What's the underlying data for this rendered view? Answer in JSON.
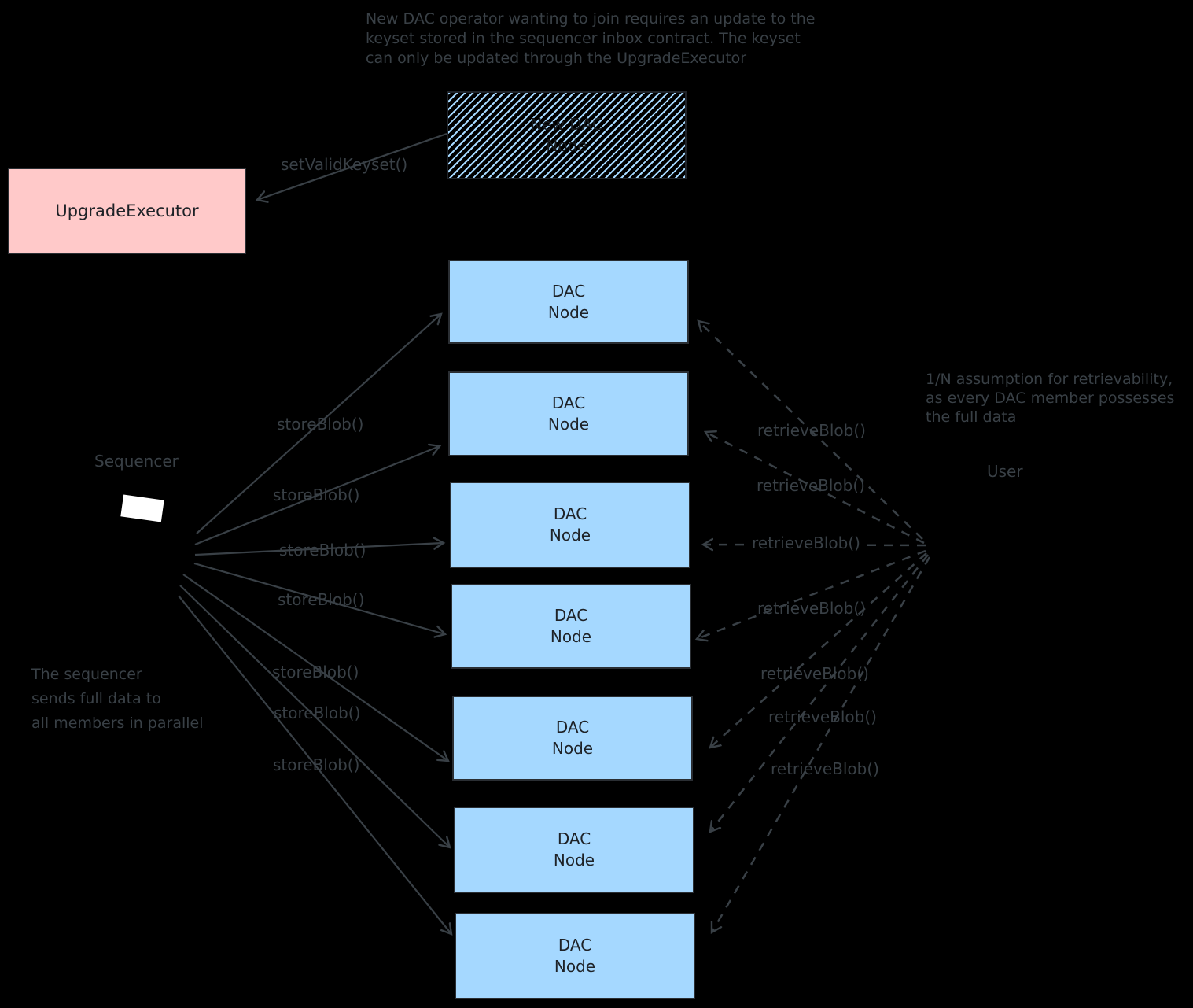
{
  "notes": {
    "keyset": "New DAC operator wanting to join requires an update to the\nkeyset stored in the sequencer inbox contract. The keyset\ncan only be updated through the UpgradeExecutor",
    "retrievability": "1/N assumption for retrievability,\nas every DAC member possesses\nthe full data",
    "parallel": "The sequencer\nsends full data to\nall members in parallel"
  },
  "boxes": {
    "upgrade_executor_label": "UpgradeExecutor",
    "new_dac_node_label": "New DAC\nNode",
    "dac_node_label": "DAC\nNode",
    "dac_node_count": 7
  },
  "labels": {
    "set_valid_keyset": "setValidKeyset()",
    "sequencer": "Sequencer",
    "user": "User",
    "store_blob": "storeBlob()",
    "retrieve_blob": "retrieveBlob()"
  },
  "colors": {
    "background": "#000000",
    "dac_node_fill": "#a5d8ff",
    "upgrade_executor_fill": "#ffc9c9",
    "hatch_stroke": "#a5d8ff",
    "annotation_ink": "#394046",
    "box_text": "#1e2227",
    "sequencer_screen": "#ffffff"
  }
}
